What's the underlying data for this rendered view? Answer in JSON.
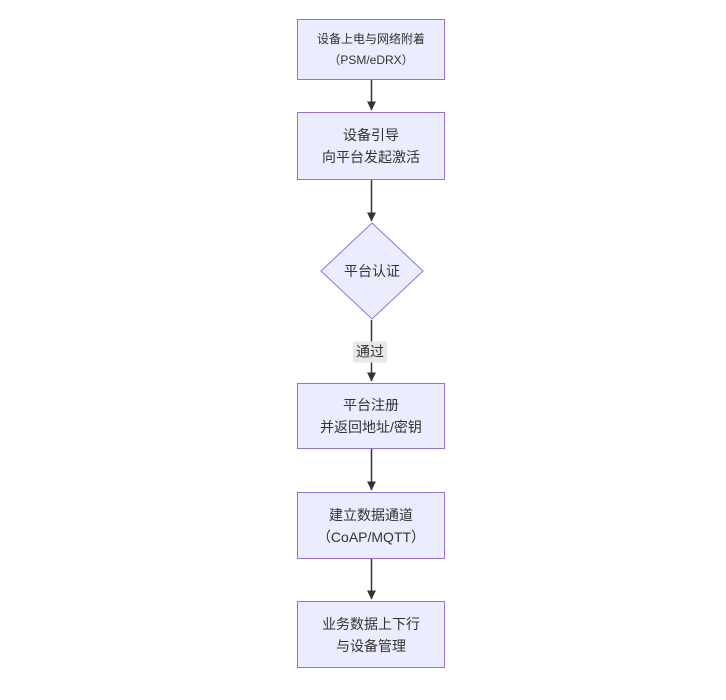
{
  "diagram": {
    "type": "flowchart",
    "direction": "top-down",
    "nodes": [
      {
        "id": "A",
        "shape": "rect",
        "lines": [
          "设备上电与网络附着",
          "（PSM/eDRX）"
        ]
      },
      {
        "id": "B",
        "shape": "rect",
        "lines": [
          "设备引导",
          "向平台发起激活"
        ]
      },
      {
        "id": "C",
        "shape": "diamond",
        "lines": [
          "平台认证"
        ]
      },
      {
        "id": "D",
        "shape": "rect",
        "lines": [
          "平台注册",
          "并返回地址/密钥"
        ]
      },
      {
        "id": "E",
        "shape": "rect",
        "lines": [
          "建立数据通道",
          "（CoAP/MQTT）"
        ]
      },
      {
        "id": "F",
        "shape": "rect",
        "lines": [
          "业务数据上下行",
          "与设备管理"
        ]
      }
    ],
    "edges": [
      {
        "from": "A",
        "to": "B",
        "label": ""
      },
      {
        "from": "B",
        "to": "C",
        "label": ""
      },
      {
        "from": "C",
        "to": "D",
        "label": "通过"
      },
      {
        "from": "D",
        "to": "E",
        "label": ""
      },
      {
        "from": "E",
        "to": "F",
        "label": ""
      }
    ],
    "colors": {
      "node_fill": "#ECECFF",
      "node_border": "#9370DB",
      "node_text": "#333333",
      "edge_color": "#333333",
      "edge_label_bg": "#e8e8e8",
      "canvas_bg": "#ffffff"
    }
  }
}
